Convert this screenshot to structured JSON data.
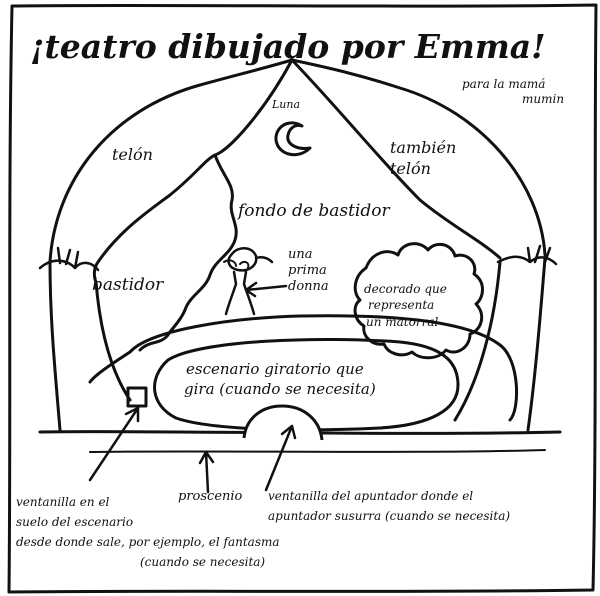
{
  "title": "¡teatro dibujado por Emma!",
  "dedication_line1": "para la mamá",
  "dedication_line2": "mumin",
  "labels": {
    "luna": "Luna",
    "telon": "telón",
    "tambien_telon_1": "también",
    "tambien_telon_2": "telón",
    "fondo": "fondo de bastidor",
    "bastidor": "bastidor",
    "prima_1": "una",
    "prima_2": "prima",
    "prima_3": "donna",
    "decorado_1": "decorado que",
    "decorado_2": "representa",
    "decorado_3": "un matorral",
    "escenario_1": "escenario giratorio que",
    "escenario_2": "gira (cuando se necesita)",
    "ventanilla_suelo_1": "ventanilla en el",
    "ventanilla_suelo_2": "suelo del escenario",
    "ventanilla_suelo_3": "desde donde sale, por ejemplo, el fantasma",
    "ventanilla_suelo_4": "(cuando se necesita)",
    "proscenio": "proscenio",
    "apuntador_1": "ventanilla del apuntador donde el",
    "apuntador_2": "apuntador susurra (cuando se necesita)"
  },
  "colors": {
    "ink": "#111111",
    "paper": "#ffffff"
  }
}
